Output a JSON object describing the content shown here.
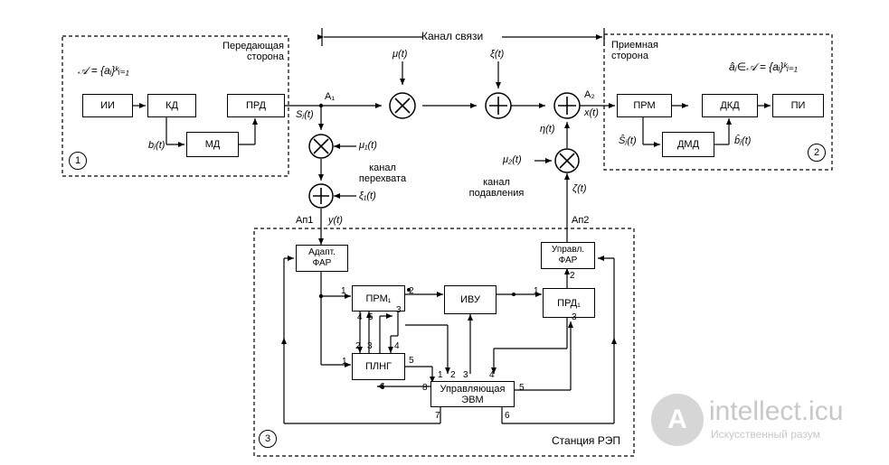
{
  "sections": {
    "transmitter": {
      "title": "Передающая\nсторона",
      "number": "1",
      "alphabet": "𝒜 = {aᵢ}ᵏᵢ₌₁"
    },
    "receiver": {
      "title": "Приемная\nсторона",
      "number": "2",
      "alphabet": "âⱼ∈𝒜 = {aᵢ}ᵏᵢ₌₁"
    },
    "station": {
      "title": "Станция РЭП",
      "number": "3"
    },
    "channel": {
      "title": "Канал связи"
    }
  },
  "blocks": {
    "ii": "ИИ",
    "kd": "КД",
    "md": "МД",
    "prd": "ПРД",
    "prm": "ПРМ",
    "dmd": "ДМД",
    "dkd": "ДКД",
    "pi": "ПИ",
    "adapt_far": "Адапт.\nФАР",
    "prm1": "ПРМ₁",
    "ivu": "ИВУ",
    "prd1": "ПРД₁",
    "uprav_far": "Управл.\nФАР",
    "plng": "ПЛНГ",
    "evm": "Управляющая\nЭВМ"
  },
  "signals": {
    "b": "bⱼ(t)",
    "s": "Sⱼ(t)",
    "a1": "A₁",
    "a2": "A₂",
    "x": "x(t)",
    "mu": "μ(t)",
    "xi": "ξ(t)",
    "mu1": "μ₁(t)",
    "xi1": "ξ₁(t)",
    "mu2": "μ₂(t)",
    "eta": "η(t)",
    "zeta": "ζ(t)",
    "ap1": "Aп1",
    "ap2": "Aп2",
    "y": "y(t)",
    "s_hat": "Ŝⱼ(t)",
    "b_hat": "b̂ⱼ(t)"
  },
  "notes": {
    "intercept": "канал\nперехвата",
    "suppress": "канал\nподавления"
  },
  "watermark": {
    "name": "intellect.icu",
    "tagline": "Искусственный разум"
  }
}
